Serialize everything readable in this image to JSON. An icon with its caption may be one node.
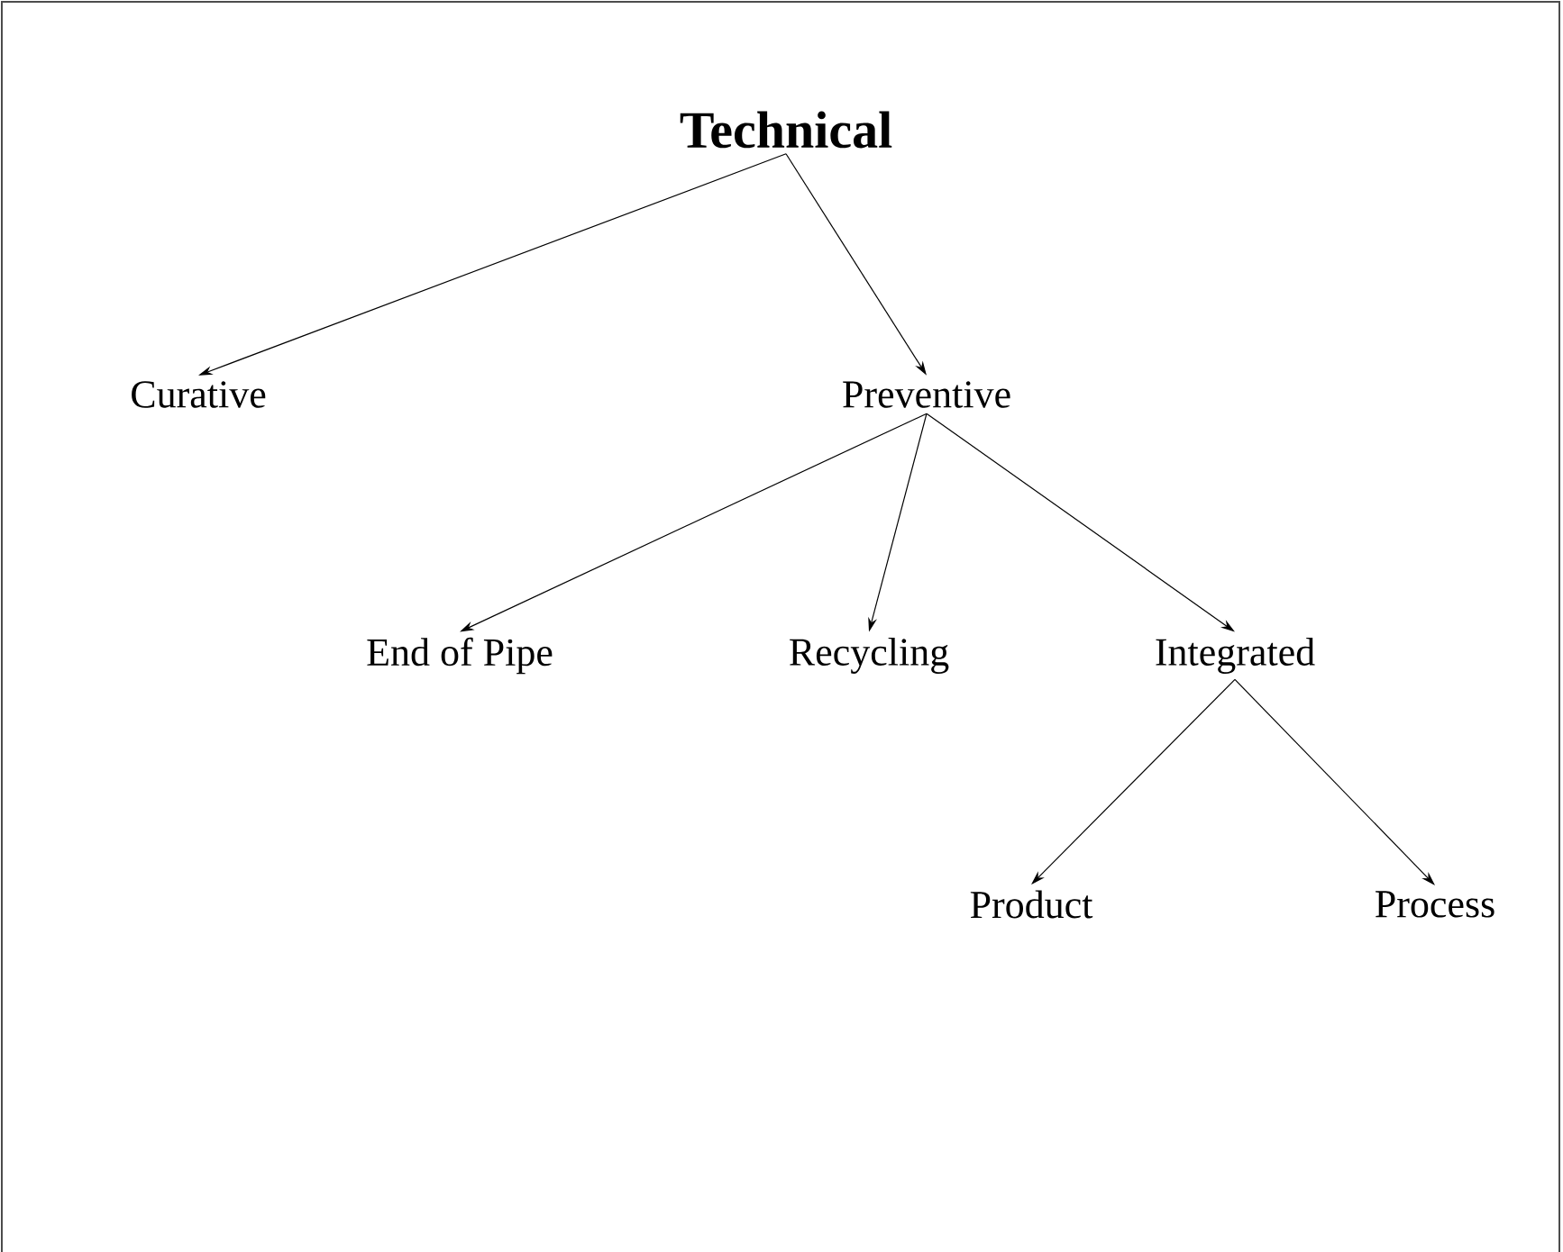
{
  "diagram": {
    "nodes": [
      {
        "text": [
          "Technical"
        ]
      },
      {
        "text": [
          "Curative"
        ]
      },
      {
        "text": [
          "Preventive"
        ]
      },
      {
        "text": [
          "End of Pipe"
        ]
      },
      {
        "text": [
          "Recycling"
        ]
      },
      {
        "text": [
          "Integrated"
        ]
      },
      {
        "text": [
          "Product"
        ]
      },
      {
        "text": [
          "Process"
        ]
      }
    ],
    "edges": [
      {
        "from": 0,
        "to": 1,
        "arrow": "to"
      },
      {
        "from": 0,
        "to": 2,
        "arrow": "to"
      },
      {
        "from": 2,
        "to": 3,
        "arrow": "to"
      },
      {
        "from": 2,
        "to": 4,
        "arrow": "to"
      },
      {
        "from": 2,
        "to": 5,
        "arrow": "to"
      },
      {
        "from": 5,
        "to": 6,
        "arrow": "to"
      },
      {
        "from": 5,
        "to": 7,
        "arrow": "to"
      }
    ]
  }
}
